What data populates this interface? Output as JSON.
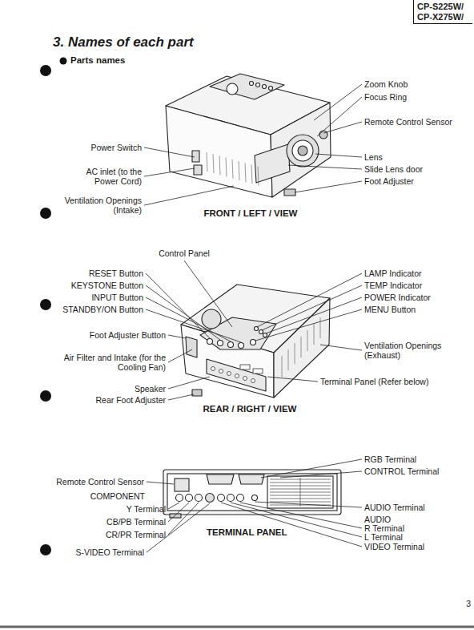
{
  "diagram": {
    "title": "3. Names of each part",
    "nodes": [
      {
        "text": [
          "CP-S225W/ CP-X275W/"
        ]
      }
    ],
    "labels": [
      "Parts names",
      "Zoom Knob",
      "Focus Ring",
      "Remote Control Sensor",
      "Power Switch",
      "Lens",
      "AC inlet (to the Power Cord)",
      "Slide Lens door",
      "Foot Adjuster",
      "Ventilation Openings (Intake)",
      "FRONT / LEFT / VIEW",
      "Control Panel",
      "RESET Button",
      "KEYSTONE Button",
      "INPUT Button",
      "STANDBY/ON Button",
      "LAMP Indicator",
      "TEMP Indicator",
      "POWER Indicator",
      "MENU Button",
      "Foot Adjuster Button",
      "Ventilation Openings (Exhaust)",
      "Air Filter and Intake (for the Cooling Fan)",
      "Terminal Panel (Refer below)",
      "Speaker",
      "Rear Foot Adjuster",
      "REAR / RIGHT / VIEW",
      "RGB Terminal",
      "CONTROL Terminal",
      "Remote Control Sensor",
      "COMPONENT",
      "Y Terminal",
      "CB/PB Terminal",
      "CR/PR Terminal",
      "AUDIO Terminal",
      "AUDIO",
      "R Terminal",
      "L Terminal",
      "TERMINAL PANEL",
      "VIDEO Terminal",
      "S-VIDEO Terminal",
      "3"
    ]
  }
}
